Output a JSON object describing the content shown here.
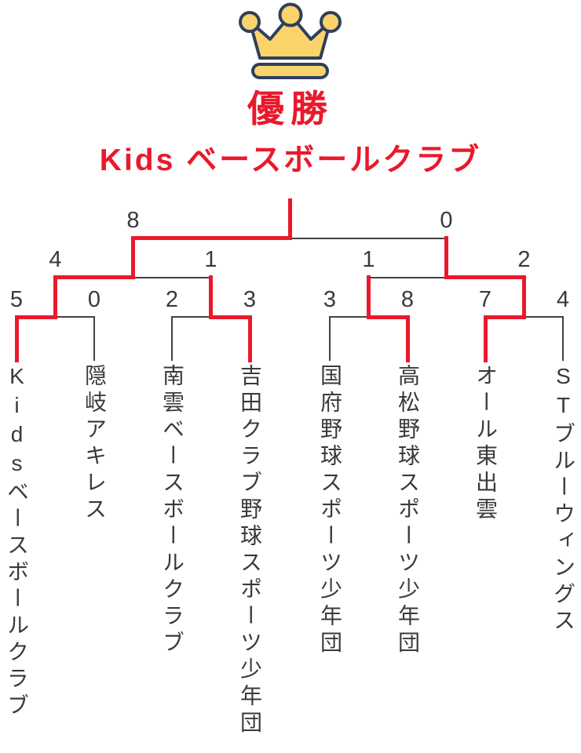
{
  "header": {
    "title": "優勝",
    "champion": "Kids ベースボールクラブ"
  },
  "colors": {
    "win_red": "#e9192b",
    "line_dark": "#424242",
    "text_dark": "#3a3a3a",
    "crown_gold": "#fbd36b",
    "crown_outline": "#2e3f5e"
  },
  "bracket": {
    "teams": [
      {
        "name": "Kidsベースボールクラブ",
        "qf_score": "5",
        "qf_winner": true
      },
      {
        "name": "隠岐アキレス",
        "qf_score": "0",
        "qf_winner": false
      },
      {
        "name": "南雲ベースボールクラブ",
        "qf_score": "2",
        "qf_winner": false
      },
      {
        "name": "吉田クラブ野球スポーツ少年団",
        "qf_score": "3",
        "qf_winner": true
      },
      {
        "name": "国府野球スポーツ少年団",
        "qf_score": "3",
        "qf_winner": false
      },
      {
        "name": "高松野球スポーツ少年団",
        "qf_score": "8",
        "qf_winner": true
      },
      {
        "name": "オール東出雲",
        "qf_score": "7",
        "qf_winner": true
      },
      {
        "name": "STブルーウィングス",
        "qf_score": "4",
        "qf_winner": false
      }
    ],
    "semifinals": [
      {
        "left_score": "4",
        "right_score": "1",
        "winner": "left"
      },
      {
        "left_score": "1",
        "right_score": "2",
        "winner": "right"
      }
    ],
    "final": {
      "left_score": "8",
      "right_score": "0",
      "winner": "left"
    }
  }
}
